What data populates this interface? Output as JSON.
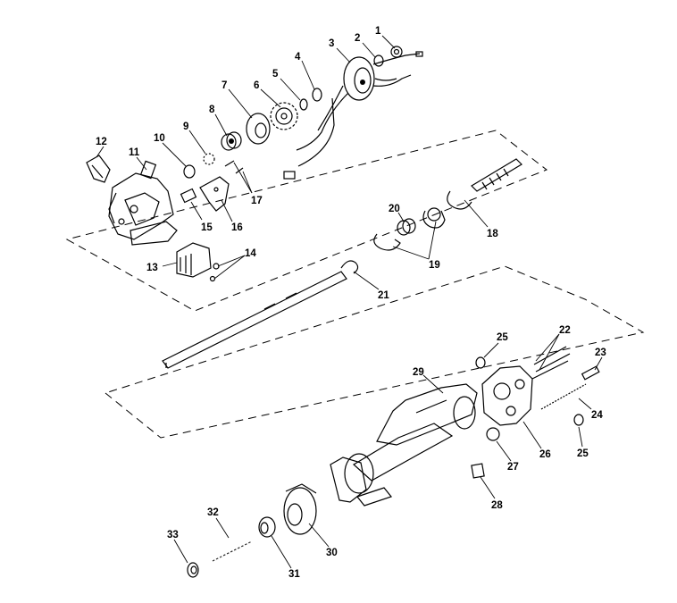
{
  "callouts": [
    {
      "id": "c1",
      "text": "1"
    },
    {
      "id": "c2",
      "text": "2"
    },
    {
      "id": "c3",
      "text": "3"
    },
    {
      "id": "c4",
      "text": "4"
    },
    {
      "id": "c5",
      "text": "5"
    },
    {
      "id": "c6",
      "text": "6"
    },
    {
      "id": "c7",
      "text": "7"
    },
    {
      "id": "c8",
      "text": "8"
    },
    {
      "id": "c9",
      "text": "9"
    },
    {
      "id": "c10",
      "text": "10"
    },
    {
      "id": "c11",
      "text": "11"
    },
    {
      "id": "c12",
      "text": "12"
    },
    {
      "id": "c13",
      "text": "13"
    },
    {
      "id": "c14",
      "text": "14"
    },
    {
      "id": "c15",
      "text": "15"
    },
    {
      "id": "c16",
      "text": "16"
    },
    {
      "id": "c17",
      "text": "17"
    },
    {
      "id": "c18",
      "text": "18"
    },
    {
      "id": "c19",
      "text": "19"
    },
    {
      "id": "c20",
      "text": "20"
    },
    {
      "id": "c21",
      "text": "21"
    },
    {
      "id": "c22",
      "text": "22"
    },
    {
      "id": "c23",
      "text": "23"
    },
    {
      "id": "c24",
      "text": "24"
    },
    {
      "id": "c25a",
      "text": "25"
    },
    {
      "id": "c25b",
      "text": "25"
    },
    {
      "id": "c26",
      "text": "26"
    },
    {
      "id": "c27",
      "text": "27"
    },
    {
      "id": "c28",
      "text": "28"
    },
    {
      "id": "c29",
      "text": "29"
    },
    {
      "id": "c30",
      "text": "30"
    },
    {
      "id": "c31",
      "text": "31"
    },
    {
      "id": "c32",
      "text": "32"
    },
    {
      "id": "c33",
      "text": "33"
    }
  ]
}
